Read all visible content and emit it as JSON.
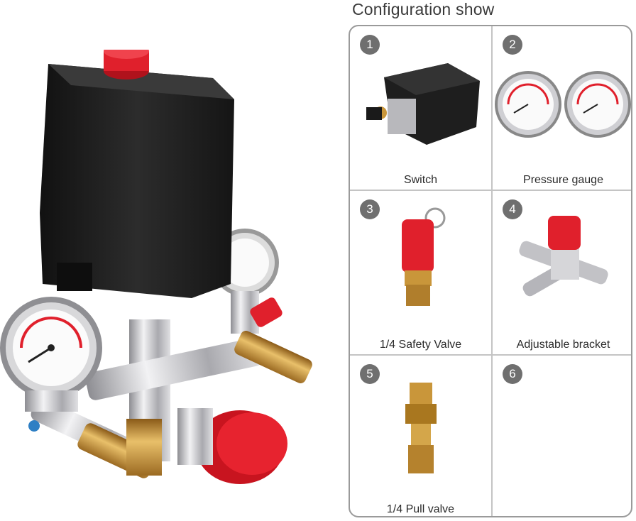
{
  "title": "Configuration show",
  "items": [
    {
      "number": "1",
      "label": "Switch"
    },
    {
      "number": "2",
      "label": "Pressure gauge"
    },
    {
      "number": "3",
      "label": "1/4 Safety Valve"
    },
    {
      "number": "4",
      "label": "Adjustable bracket"
    },
    {
      "number": "5",
      "label": "1/4 Pull valve"
    },
    {
      "number": "6",
      "label": ""
    }
  ],
  "colors": {
    "accent_red": "#e0202c",
    "box_black": "#1c1c1c",
    "brass": "#c9963a",
    "chrome": "#c8c8cc",
    "border": "#9a9a9a"
  }
}
